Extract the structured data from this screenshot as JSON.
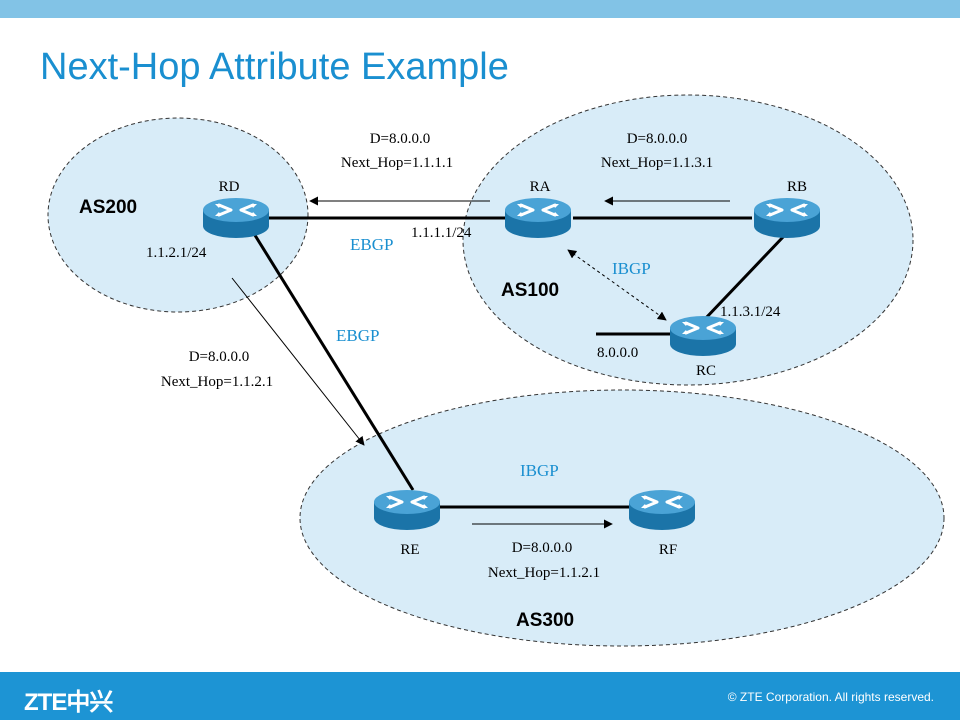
{
  "title": "Next-Hop Attribute Example",
  "colors": {
    "accent": "#1a8fd0",
    "cloud_fill": "#d8ecf8",
    "footer": "#1d94d4"
  },
  "autonomous_systems": {
    "as200": "AS200",
    "as100": "AS100",
    "as300": "AS300"
  },
  "routers": {
    "rd": "RD",
    "ra": "RA",
    "rb": "RB",
    "rc": "RC",
    "re": "RE",
    "rf": "RF"
  },
  "interfaces": {
    "rd_addr": "1.1.2.1/24",
    "ra_addr": "1.1.1.1/24",
    "rc_addr": "1.1.3.1/24",
    "rc_network": "8.0.0.0"
  },
  "sessions": {
    "ebgp_rd_ra": "EBGP",
    "ebgp_rd_re": "EBGP",
    "ibgp_as100": "IBGP",
    "ibgp_as300": "IBGP"
  },
  "advertisements": {
    "ra_to_rd": {
      "dest": "D=8.0.0.0",
      "next_hop": "Next_Hop=1.1.1.1"
    },
    "rb_to_ra": {
      "dest": "D=8.0.0.0",
      "next_hop": "Next_Hop=1.1.3.1"
    },
    "rd_to_re": {
      "dest": "D=8.0.0.0",
      "next_hop": "Next_Hop=1.1.2.1"
    },
    "re_to_rf": {
      "dest": "D=8.0.0.0",
      "next_hop": "Next_Hop=1.1.2.1"
    }
  },
  "footer": {
    "logo": "ZTE中兴",
    "copyright": "© ZTE Corporation. All rights reserved."
  }
}
